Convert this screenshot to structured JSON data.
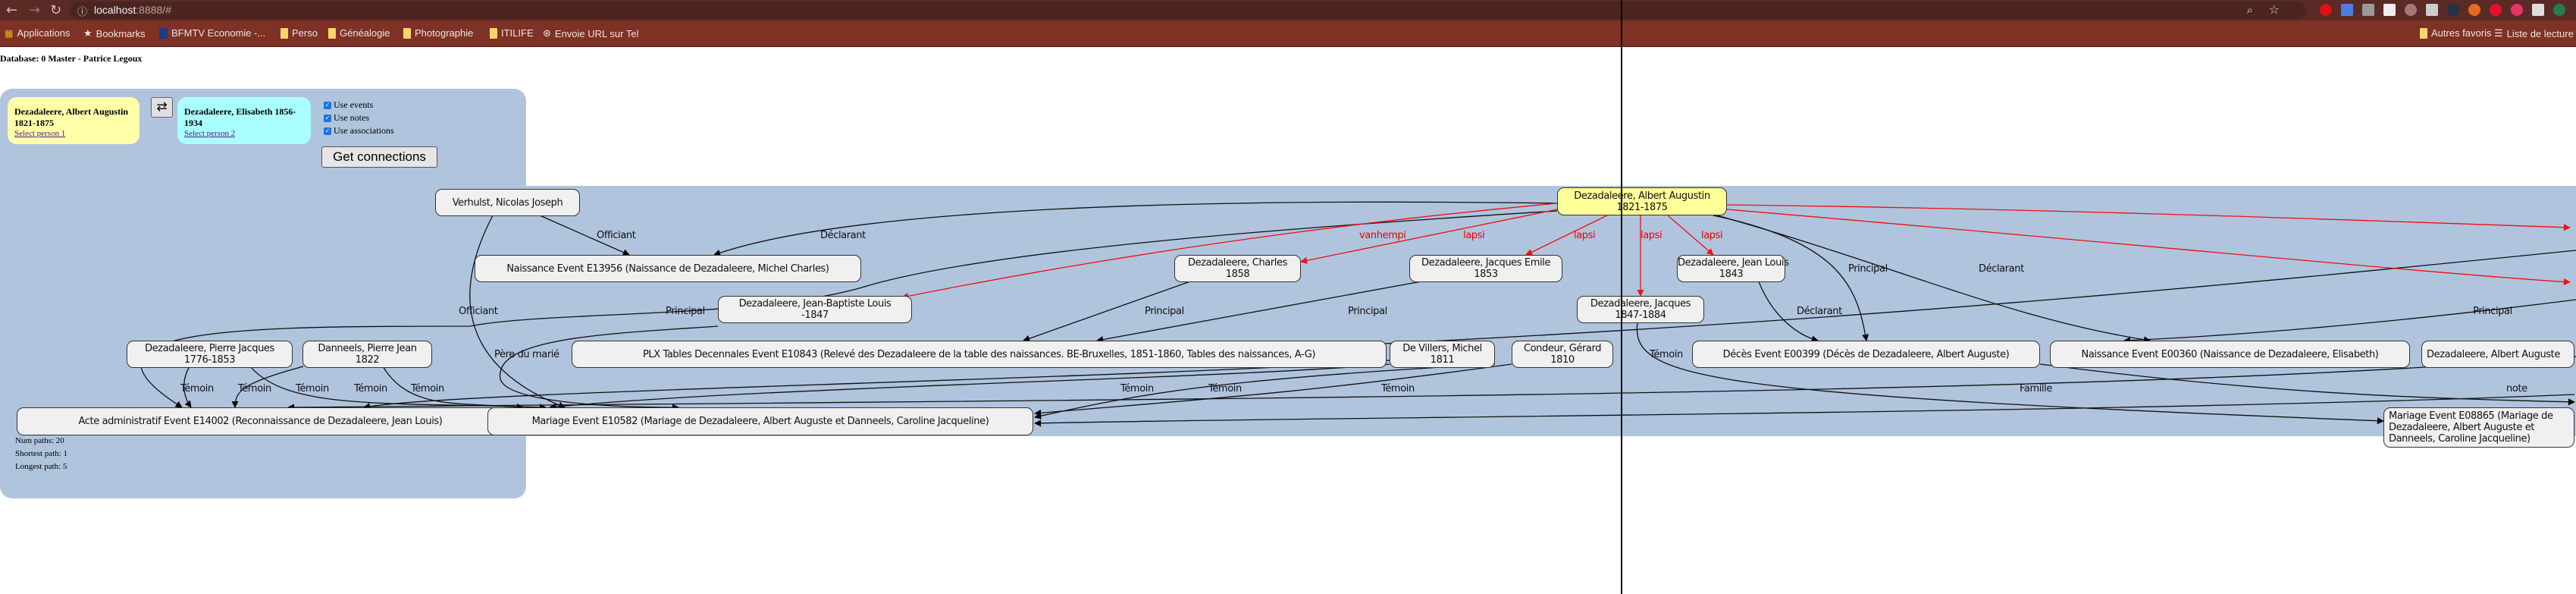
{
  "browser": {
    "url_host": "localhost",
    "url_rest": ":8888/#",
    "bookmarks": [
      "Applications",
      "Bookmarks",
      "BFMTV Economie -...",
      "Perso",
      "Généalogie",
      "Photographie",
      "ITILIFE",
      "Envoie URL sur Tel"
    ],
    "bookmarks_right": [
      "Autres favoris",
      "Liste de lecture"
    ]
  },
  "database_line": "Database: 0 Master - Patrice Legoux",
  "person1": {
    "name": "Dezadaleere, Albert Augustin 1821-1875",
    "link": "Select person 1",
    "color": "#ffffaa"
  },
  "person2": {
    "name": "Dezadaleere, Elisabeth 1856-1934",
    "link": "Select person 2",
    "color": "#aaffff"
  },
  "swap_label": "⇄",
  "options": [
    {
      "label": "Use events",
      "checked": true
    },
    {
      "label": "Use notes",
      "checked": true
    },
    {
      "label": "Use associations",
      "checked": true
    }
  ],
  "get_connections_label": "Get connections",
  "stats": {
    "num_paths": "Num paths: 20",
    "shortest": "Shortest path: 1",
    "longest": "Longest path: 5"
  },
  "nodes": {
    "verhulst": [
      "Verhulst, Nicolas Joseph"
    ],
    "naissance_e13956": [
      "Naissance Event E13956 (Naissance de Dezadaleere, Michel Charles)"
    ],
    "albert": [
      "Dezadaleere, Albert Augustin",
      "1821-1875"
    ],
    "charles": [
      "Dezadaleere, Charles",
      "1858"
    ],
    "jacques_emile": [
      "Dezadaleere, Jacques Emile",
      "1853"
    ],
    "jean_louis": [
      "Dezadaleere, Jean Louis",
      "1843"
    ],
    "jean_baptiste": [
      "Dezadaleere, Jean-Baptiste Louis",
      "-1847"
    ],
    "jacques": [
      "Dezadaleere, Jacques",
      "1847-1884"
    ],
    "pierre_jacques": [
      "Dezadaleere, Pierre Jacques",
      "1776-1853"
    ],
    "danneels": [
      "Danneels, Pierre Jean",
      "1822"
    ],
    "plx": [
      "PLX Tables Decennales Event E10843 (Relevé des Dezadaleere de la table des naissances. BE-Bruxelles, 1851-1860, Tables des naissances, A-G)"
    ],
    "de_villers": [
      "De Villers, Michel",
      "1811"
    ],
    "condeur": [
      "Condeur, Gérard",
      "1810"
    ],
    "deces_e00399": [
      "Décès Event E00399 (Décès de Dezadaleere, Albert Auguste)"
    ],
    "naissance_e00360": [
      "Naissance Event E00360 (Naissance de Dezadaleere, Elisabeth)"
    ],
    "albert_auguste": [
      "Dezadaleere, Albert Auguste"
    ],
    "acte_e14002": [
      "Acte administratif Event E14002 (Reconnaissance de Dezadaleere, Jean Louis)"
    ],
    "mariage_e10582": [
      "Mariage Event E10582 (Mariage de Dezadaleere, Albert Auguste et Danneels, Caroline Jacqueline)"
    ],
    "mariage_e08865": [
      "Mariage Event E08865 (Mariage de Dezadaleere, Albert Auguste et Danneels, Caroline Jacqueline)"
    ]
  },
  "edge_labels": {
    "officiant1": "Officiant",
    "declarant1": "Déclarant",
    "vanhempi": "vanhempi",
    "lapsi1": "lapsi",
    "lapsi2": "lapsi",
    "lapsi3": "lapsi",
    "lapsi4": "lapsi",
    "principal1": "Principal",
    "declarant2": "Déclarant",
    "officiant2": "Officiant",
    "principal2": "Principal",
    "principal3": "Principal",
    "principal4": "Principal",
    "declarant3": "Déclarant",
    "principal5": "Principal",
    "pere_du_marie": "Père du marié",
    "temoin0": "Témoin",
    "temoin1": "Témoin",
    "temoin2": "Témoin",
    "temoin3": "Témoin",
    "temoin4": "Témoin",
    "temoin5": "Témoin",
    "temoin6": "Témoin",
    "temoin7": "Témoin",
    "temoin8": "Témoin",
    "famille": "Famille",
    "note": "note"
  },
  "colors": {
    "panel": "#b0c4de",
    "start_node": "#ffff99",
    "red_edge": "#ee1111",
    "chrome_top": "#5a2a25",
    "chrome_bookmarks": "#7e3125"
  }
}
